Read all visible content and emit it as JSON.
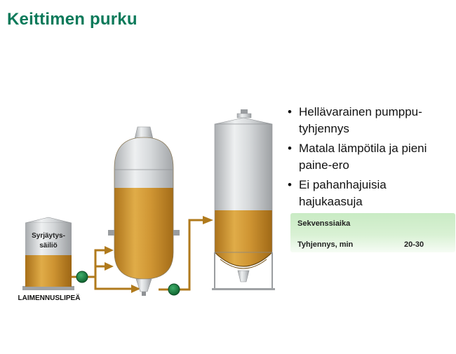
{
  "title": "Keittimen purku",
  "tank_label_line1": "Syrjäytys-",
  "tank_label_line2": "säiliö",
  "dilution_label": "LAIMENNUSLIPEÄ",
  "bullets": [
    {
      "line1": "Hellävarainen pumppu-",
      "line2": "tyhjennys"
    },
    {
      "line1": "Matala lämpötila ja pieni",
      "line2": "paine-ero"
    },
    {
      "line1": "Ei pahanhajuisia",
      "line2": "hajukaasuja"
    }
  ],
  "sequence": {
    "title": "Sekvenssiaika",
    "row_label": "Tyhjennys, min",
    "row_value": "20-30"
  },
  "colors": {
    "title": "#0b7a5a",
    "liquid": "#c8912f",
    "steel": "#b9bcbf",
    "pipe": "#b07a1c",
    "pump": "#127a3a",
    "panel": "#d3efcd"
  }
}
